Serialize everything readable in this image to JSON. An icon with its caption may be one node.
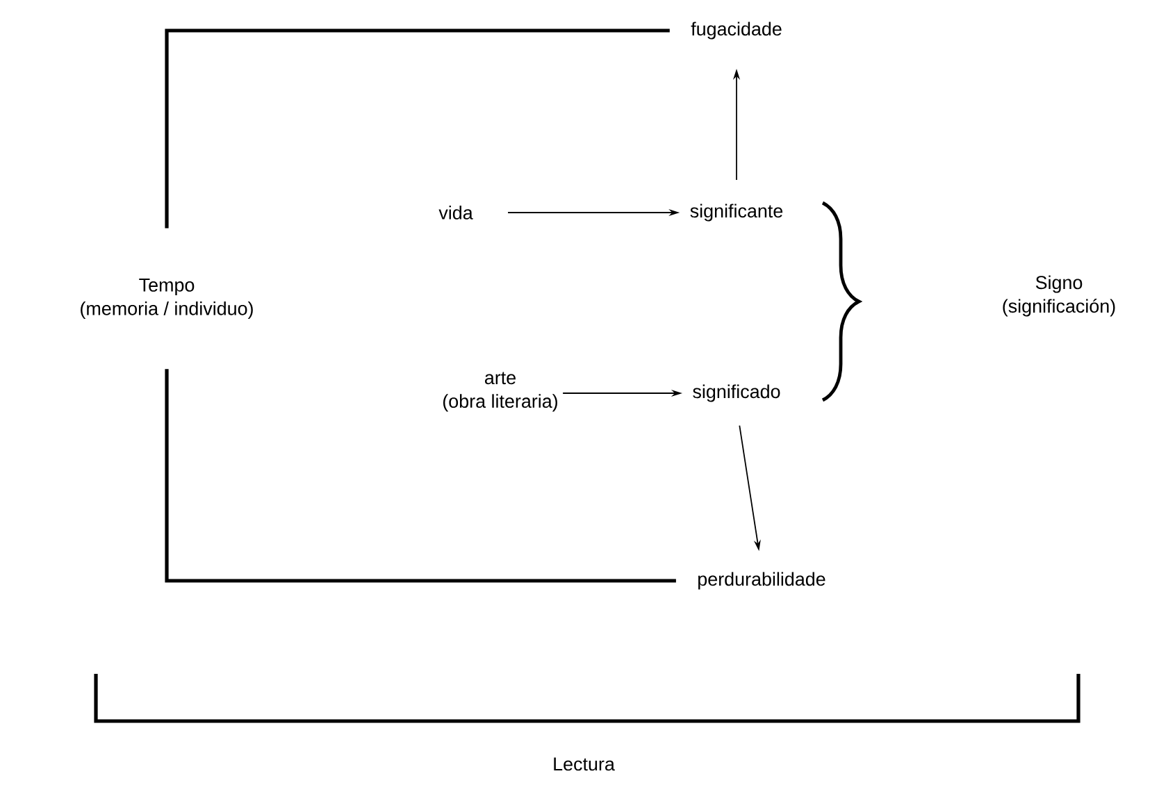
{
  "diagram": {
    "nodes": [
      {
        "text": [
          "fugacidade"
        ]
      },
      {
        "text": [
          "vida"
        ]
      },
      {
        "text": [
          "significante"
        ]
      },
      {
        "text": [
          "Tempo",
          "(memoria / individuo)"
        ]
      },
      {
        "text": [
          "Signo",
          "(significación)"
        ]
      },
      {
        "text": [
          "arte",
          "(obra literaria)"
        ]
      },
      {
        "text": [
          "significado"
        ]
      },
      {
        "text": [
          "perdurabilidade"
        ]
      }
    ],
    "edges": [
      {
        "from": 3,
        "to": 0,
        "arrow": "none",
        "style": "thick"
      },
      {
        "from": 1,
        "to": 2,
        "arrow": "to"
      },
      {
        "from": 2,
        "to": 0,
        "arrow": "to"
      },
      {
        "from": 5,
        "to": 6,
        "arrow": "to"
      },
      {
        "from": 6,
        "to": 7,
        "arrow": "to"
      },
      {
        "from": 3,
        "to": 7,
        "arrow": "none",
        "style": "thick"
      }
    ],
    "labels": [
      "Lectura"
    ]
  }
}
